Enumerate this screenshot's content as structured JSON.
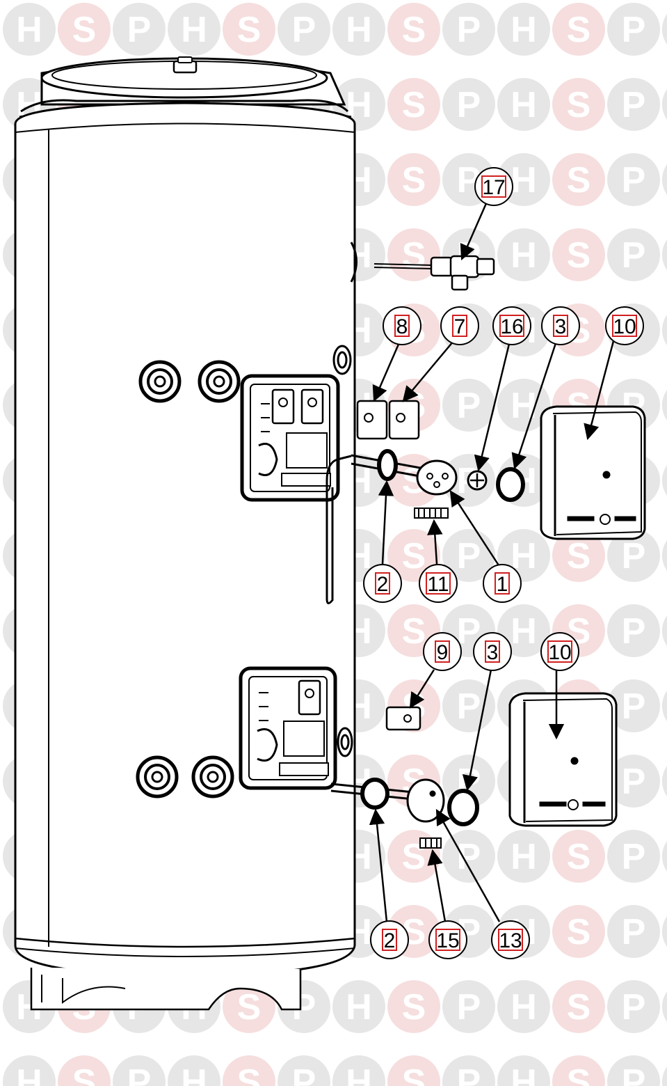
{
  "watermark": {
    "letters": [
      "H",
      "S",
      "P"
    ],
    "colors": {
      "h": "#e6e6e6",
      "s": "#f6dede",
      "letter": "#ffffff"
    }
  },
  "colors": {
    "line": "#000000",
    "callout_box": "#d11f1f",
    "fill": "#ffffff"
  },
  "callouts": [
    {
      "id": "c17",
      "label": "17"
    },
    {
      "id": "c8",
      "label": "8"
    },
    {
      "id": "c7",
      "label": "7"
    },
    {
      "id": "c16",
      "label": "16"
    },
    {
      "id": "c3a",
      "label": "3"
    },
    {
      "id": "c10a",
      "label": "10"
    },
    {
      "id": "c2a",
      "label": "2"
    },
    {
      "id": "c11",
      "label": "11"
    },
    {
      "id": "c1",
      "label": "1"
    },
    {
      "id": "c9",
      "label": "9"
    },
    {
      "id": "c3b",
      "label": "3"
    },
    {
      "id": "c10b",
      "label": "10"
    },
    {
      "id": "c2b",
      "label": "2"
    },
    {
      "id": "c15",
      "label": "15"
    },
    {
      "id": "c13",
      "label": "13"
    }
  ]
}
